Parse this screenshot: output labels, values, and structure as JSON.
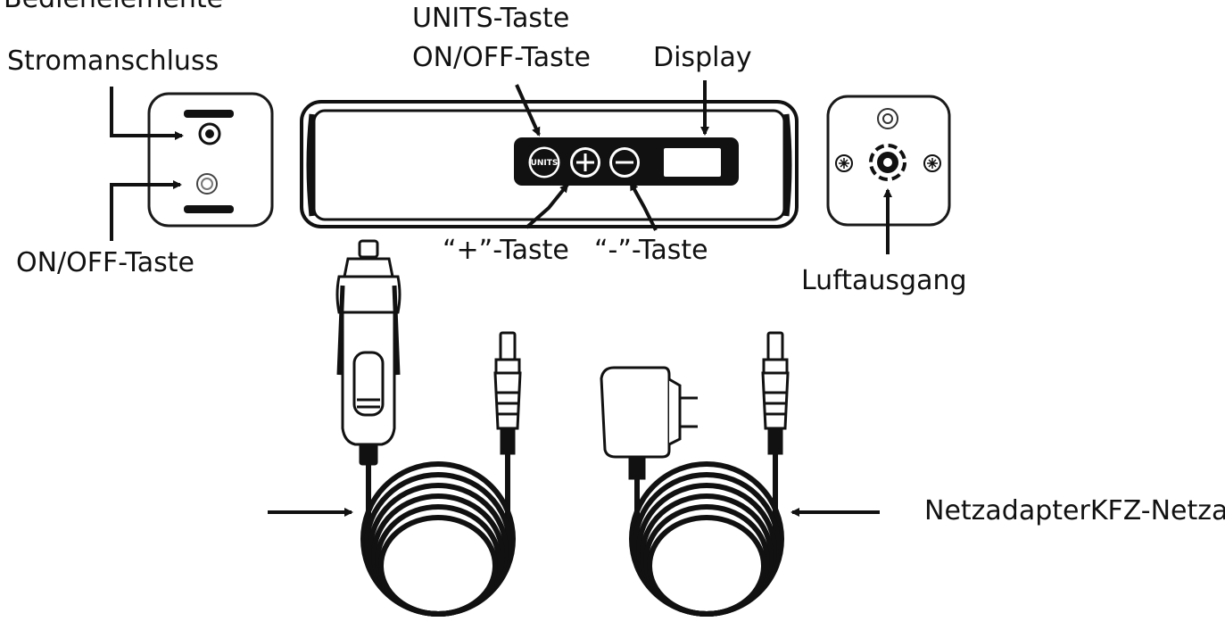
{
  "labels": {
    "partial_top": "Bedienelemente",
    "power_port": "Stromanschluss",
    "on_off_left": "ON/OFF-Taste",
    "units_key": "UNITS-Taste",
    "on_off_top": "ON/OFF-Taste",
    "display": "Display",
    "plus_key": "“+”-Taste",
    "minus_key": "“-”-Taste",
    "air_outlet": "Luftausgang",
    "adapter_right": "NetzadapterKFZ-Netza"
  },
  "device_buttons": {
    "units": "UNITS",
    "plus": "+",
    "minus": "−"
  },
  "colors": {
    "ink": "#111111",
    "outline": "#1a1a1a",
    "panel": "#ffffff"
  }
}
